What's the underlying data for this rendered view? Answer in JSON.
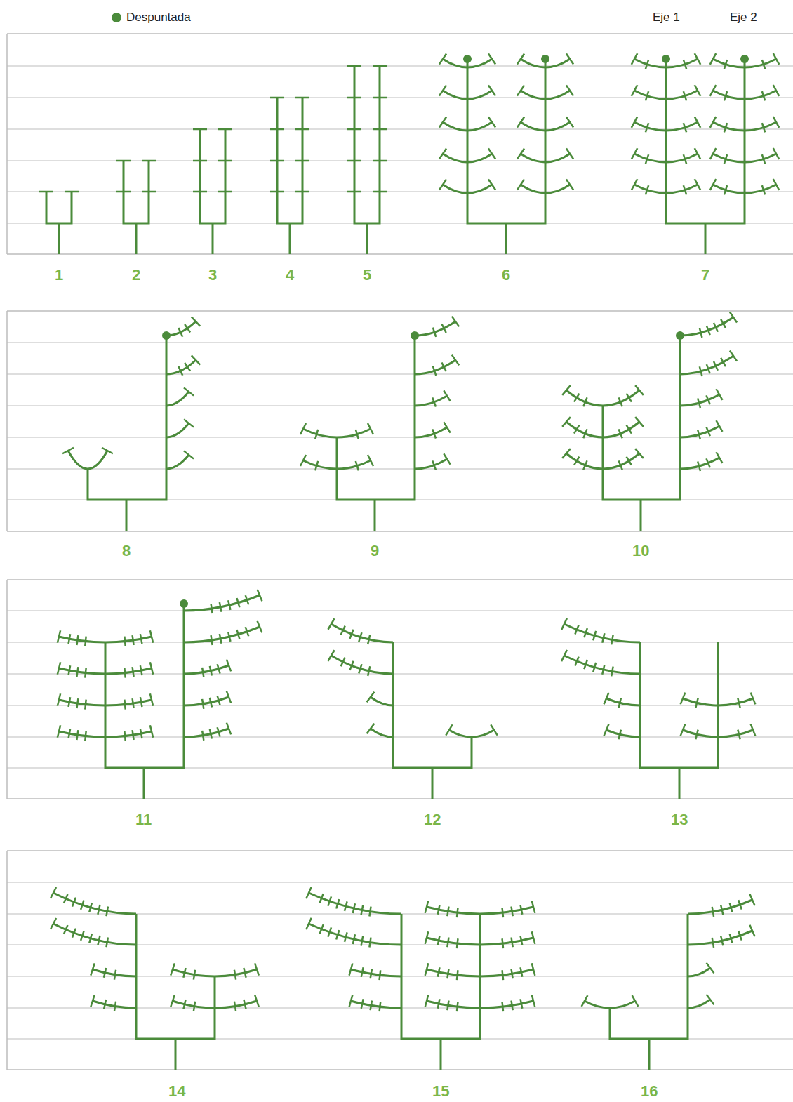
{
  "diagram": {
    "labels": [
      "Eje 1",
      "Eje 2",
      "1",
      "2",
      "3",
      "4",
      "5",
      "6",
      "7",
      "8",
      "9",
      "10",
      "11",
      "12",
      "13",
      "14",
      "15",
      "16"
    ],
    "legend": [
      {
        "text": "Despuntada",
        "color": "#4b8b3b"
      }
    ]
  }
}
